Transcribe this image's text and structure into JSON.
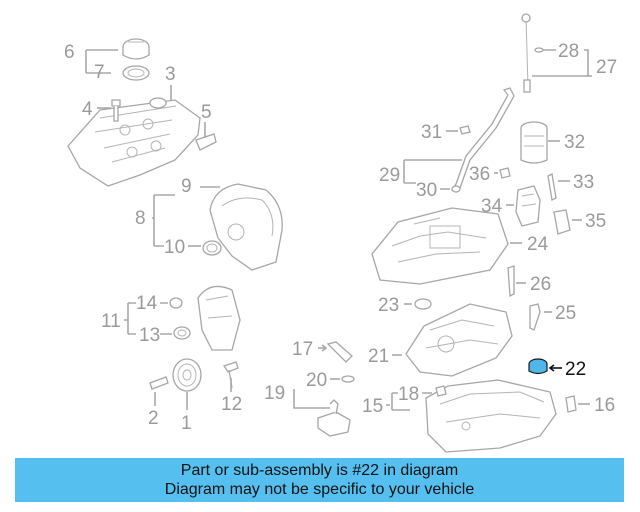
{
  "callouts": {
    "c1": "1",
    "c2": "2",
    "c3": "3",
    "c4": "4",
    "c5": "5",
    "c6": "6",
    "c7": "7",
    "c8": "8",
    "c9": "9",
    "c10": "10",
    "c11": "11",
    "c12": "12",
    "c13": "13",
    "c14": "14",
    "c15": "15",
    "c16": "16",
    "c17": "17",
    "c18": "18",
    "c19": "19",
    "c20": "20",
    "c21": "21",
    "c22": "22",
    "c23": "23",
    "c24": "24",
    "c25": "25",
    "c26": "26",
    "c27": "27",
    "c28": "28",
    "c29": "29",
    "c30": "30",
    "c31": "31",
    "c32": "32",
    "c33": "33",
    "c34": "34",
    "c35": "35",
    "c36": "36"
  },
  "highlighted_part": "22",
  "colors": {
    "banner_bg": "#55c0f0",
    "highlight_part": "#4fb6e8",
    "line_gray": "#a8a8a8"
  },
  "banner": {
    "line1": "Part or sub-assembly is #22 in diagram",
    "line2": "Diagram may not be specific to your vehicle"
  }
}
